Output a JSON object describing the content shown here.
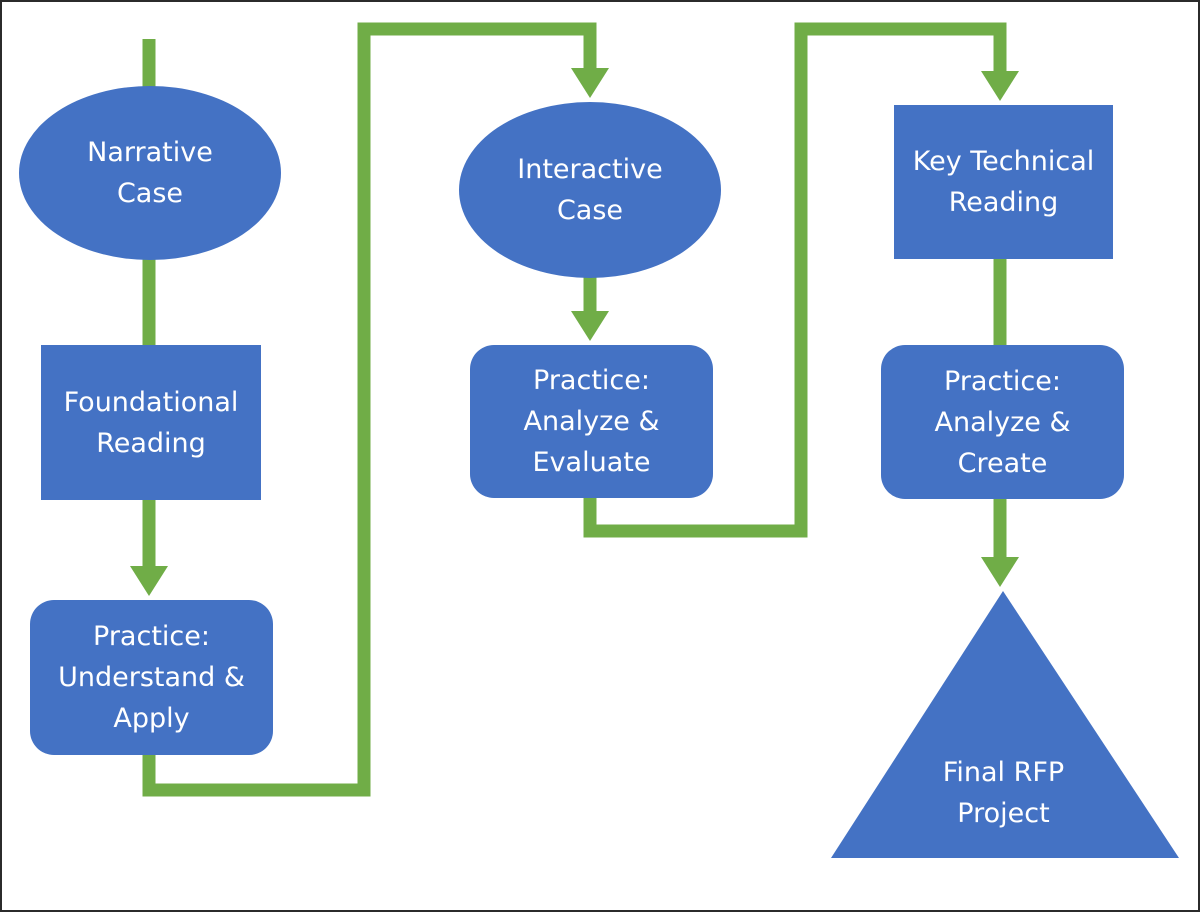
{
  "diagram": {
    "colors": {
      "node_fill": "#4472c4",
      "node_text": "#ffffff",
      "connector": "#70ad47",
      "border": "#2b2b2b"
    },
    "nodes": {
      "narrative_case": {
        "shape": "ellipse",
        "lines": [
          "Narrative",
          "Case"
        ]
      },
      "foundational_reading": {
        "shape": "rectangle",
        "lines": [
          "Foundational",
          "Reading"
        ]
      },
      "practice_understand": {
        "shape": "rounded-rectangle",
        "lines": [
          "Practice:",
          "Understand &",
          "Apply"
        ]
      },
      "interactive_case": {
        "shape": "ellipse",
        "lines": [
          "Interactive",
          "Case"
        ]
      },
      "practice_evaluate": {
        "shape": "rounded-rectangle",
        "lines": [
          "Practice:",
          "Analyze &",
          "Evaluate"
        ]
      },
      "key_technical_reading": {
        "shape": "rectangle",
        "lines": [
          "Key Technical",
          "Reading"
        ]
      },
      "practice_create": {
        "shape": "rounded-rectangle",
        "lines": [
          "Practice:",
          "Analyze &",
          "Create"
        ]
      },
      "final_rfp_project": {
        "shape": "triangle",
        "lines": [
          "Final RFP",
          "Project"
        ]
      }
    }
  }
}
